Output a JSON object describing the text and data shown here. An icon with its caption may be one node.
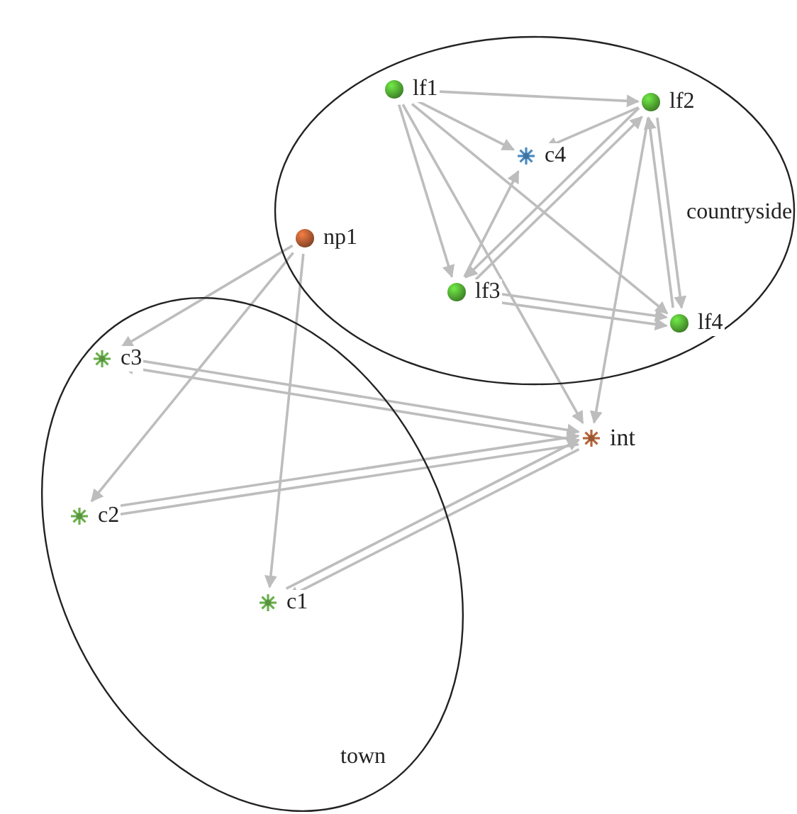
{
  "diagram": {
    "nodes": [
      {
        "text": [
          "countryside"
        ]
      },
      {
        "text": [
          "lf1"
        ],
        "in": 0
      },
      {
        "text": [
          "lf2"
        ],
        "in": 0
      },
      {
        "text": [
          "c4"
        ],
        "in": 0
      },
      {
        "text": [
          "lf3"
        ],
        "in": 0
      },
      {
        "text": [
          "lf4"
        ],
        "in": 0
      },
      {
        "text": [
          "np1"
        ],
        "in": 0
      },
      {
        "text": [
          "town"
        ]
      },
      {
        "text": [
          "c3"
        ],
        "in": 7
      },
      {
        "text": [
          "c2"
        ],
        "in": 7
      },
      {
        "text": [
          "c1"
        ],
        "in": 7
      },
      {
        "text": [
          "int"
        ]
      }
    ],
    "edges": [
      {
        "from": 1,
        "to": 2,
        "arrow": "to"
      },
      {
        "from": 1,
        "to": 3,
        "arrow": "to"
      },
      {
        "from": 1,
        "to": 4,
        "arrow": "to"
      },
      {
        "from": 1,
        "to": 11,
        "arrow": "to"
      },
      {
        "from": 1,
        "to": 5,
        "arrow": "to"
      },
      {
        "from": 2,
        "to": 3,
        "arrow": "to"
      },
      {
        "from": 4,
        "to": 3,
        "arrow": "to"
      },
      {
        "from": 4,
        "to": 2,
        "arrow": "to"
      },
      {
        "from": 2,
        "to": 4,
        "arrow": "to"
      },
      {
        "from": 4,
        "to": 5,
        "arrow": "to"
      },
      {
        "from": 4,
        "to": 5,
        "arrow": "to"
      },
      {
        "from": 2,
        "to": 5,
        "arrow": "to"
      },
      {
        "from": 5,
        "to": 2,
        "arrow": "to"
      },
      {
        "from": 2,
        "to": 11,
        "arrow": "to"
      },
      {
        "from": 6,
        "to": 8,
        "arrow": "to"
      },
      {
        "from": 6,
        "to": 9,
        "arrow": "to"
      },
      {
        "from": 6,
        "to": 10,
        "arrow": "to"
      },
      {
        "from": 8,
        "to": 11,
        "arrow": "to"
      },
      {
        "from": 11,
        "to": 8,
        "arrow": "to"
      },
      {
        "from": 9,
        "to": 11,
        "arrow": "to"
      },
      {
        "from": 11,
        "to": 9,
        "arrow": "to"
      },
      {
        "from": 10,
        "to": 11,
        "arrow": "to"
      },
      {
        "from": 11,
        "to": 10,
        "arrow": "to"
      }
    ]
  }
}
